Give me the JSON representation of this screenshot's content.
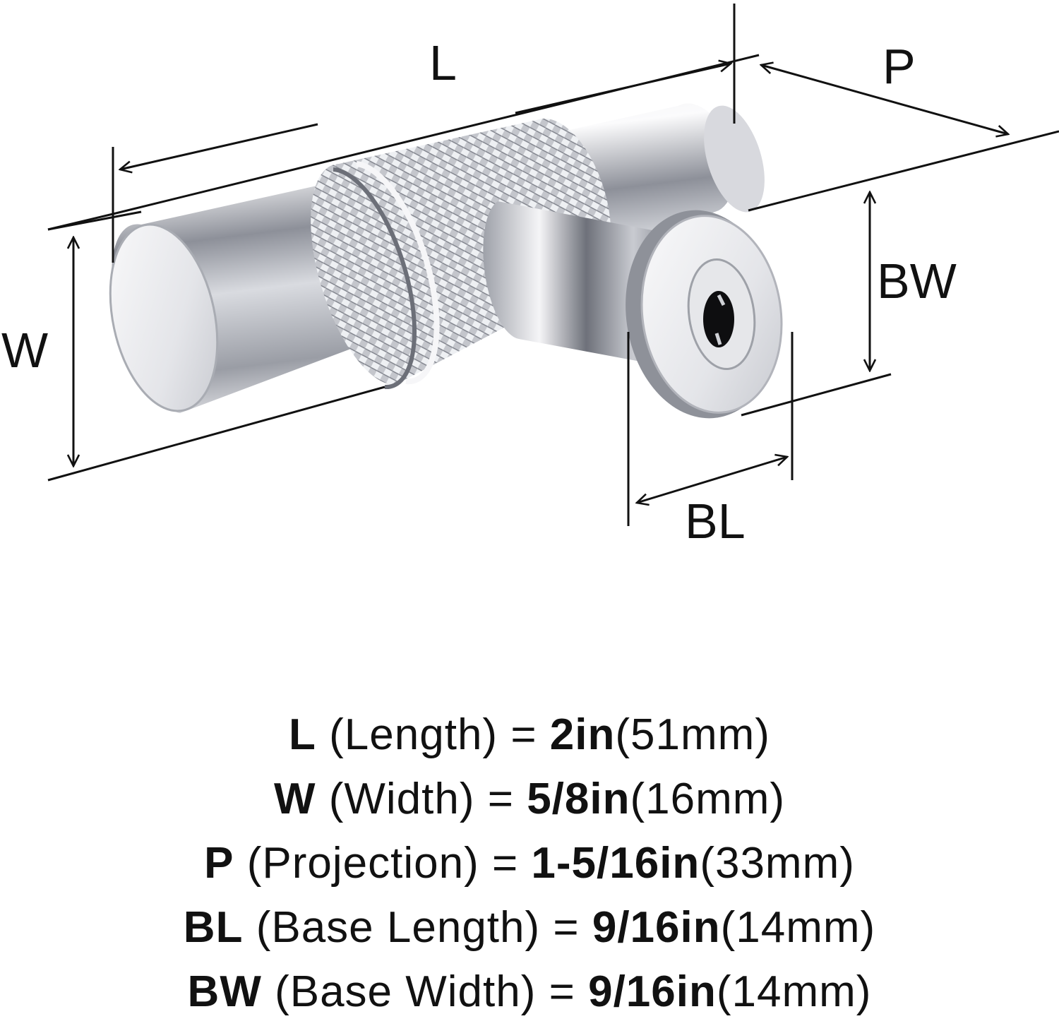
{
  "dimension_labels": {
    "L": "L",
    "P": "P",
    "W": "W",
    "BW": "BW",
    "BL": "BL"
  },
  "specs": [
    {
      "code": "L",
      "desc": "(Length)",
      "eq": "=",
      "inch": "2in",
      "mm": "(51mm)"
    },
    {
      "code": "W",
      "desc": "(Width)",
      "eq": "=",
      "inch": "5/8in",
      "mm": "(16mm)"
    },
    {
      "code": "P",
      "desc": "(Projection)",
      "eq": "=",
      "inch": "1-5/16in",
      "mm": "(33mm)"
    },
    {
      "code": "BL",
      "desc": "(Base Length)",
      "eq": "=",
      "inch": "9/16in",
      "mm": "(14mm)"
    },
    {
      "code": "BW",
      "desc": "(Base Width)",
      "eq": "=",
      "inch": "9/16in",
      "mm": "(14mm)"
    }
  ],
  "colors": {
    "ink": "#111111",
    "chrome_light": "#f4f4f6",
    "chrome_mid": "#b9bcc4",
    "chrome_dark": "#5e616a"
  }
}
